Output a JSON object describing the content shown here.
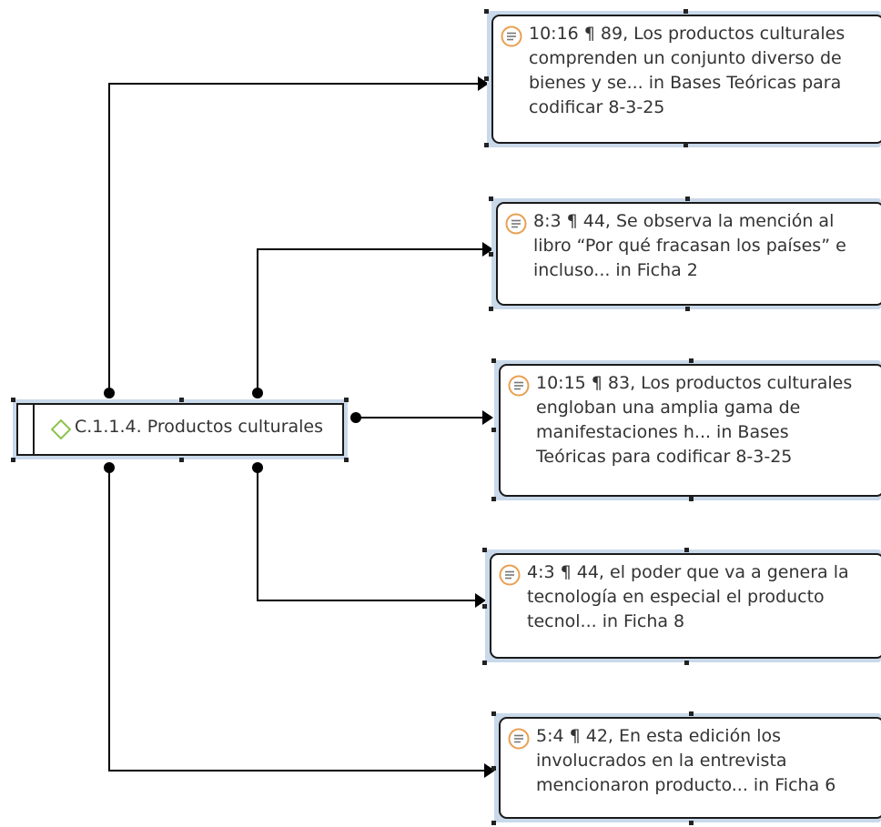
{
  "code": {
    "label": "C.1.1.4. Productos culturales",
    "icon": "code-diamond-icon",
    "icon_color": "#8bc34a"
  },
  "quotations": [
    {
      "lines": [
        "10:16 ¶ 89, Los productos culturales",
        "comprenden un conjunto diverso de",
        "bienes y se... in Bases Teóricas para",
        "codificar 8-3-25"
      ]
    },
    {
      "lines": [
        "8:3 ¶ 44, Se observa la mención al",
        "libro “Por qué fracasan los países” e",
        "incluso... in Ficha 2"
      ]
    },
    {
      "lines": [
        "10:15 ¶ 83, Los productos culturales",
        "engloban una amplia gama de",
        "manifestaciones h... in Bases",
        "Teóricas para codificar 8-3-25"
      ]
    },
    {
      "lines": [
        "4:3 ¶ 44, el poder  que va a genera la",
        "tecnología en especial el producto",
        "tecnol... in Ficha 8"
      ]
    },
    {
      "lines": [
        "5:4 ¶ 42, En esta edición los",
        "involucrados en la entrevista",
        "mencionaron producto... in Ficha 6"
      ]
    }
  ],
  "colors": {
    "quotation_icon": "#e8a052",
    "selection_frame": "#c9d9ea",
    "border": "#1a1a1a"
  }
}
